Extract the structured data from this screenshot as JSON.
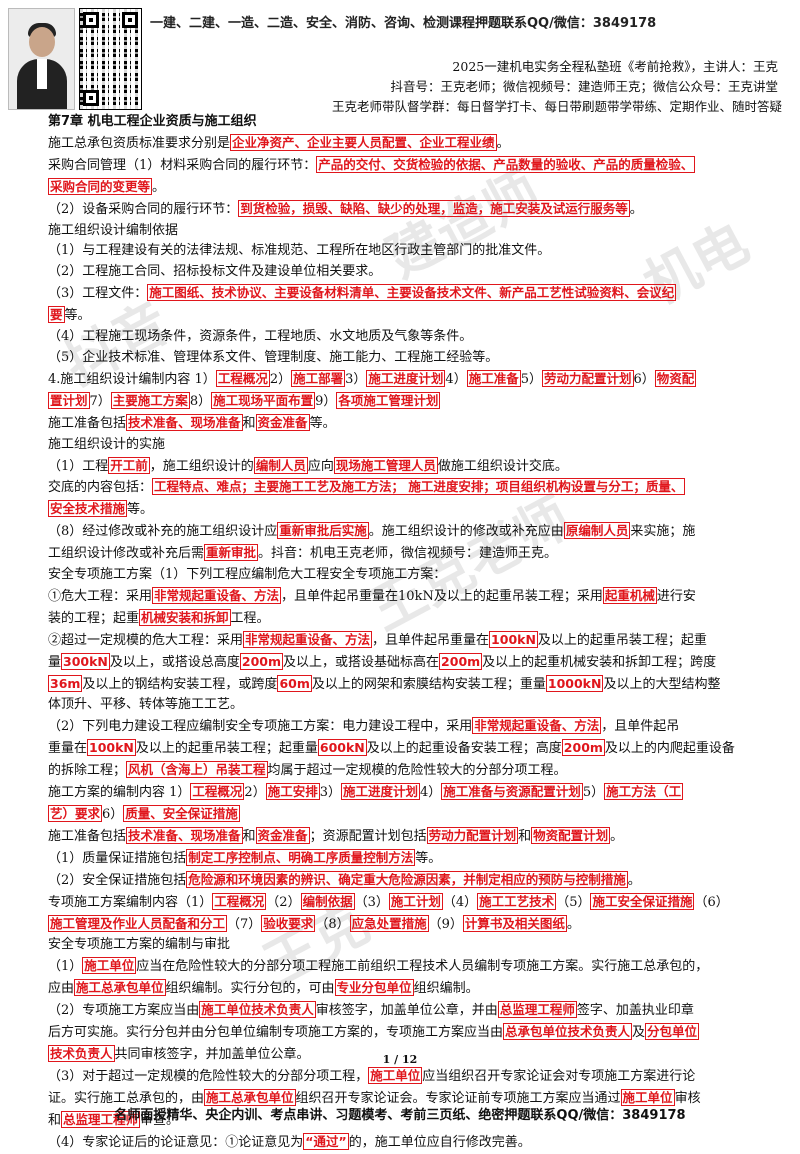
{
  "header": {
    "topbar": "一建、二建、一造、二造、安全、消防、咨询、检测课程押题联系QQ/微信：3849178",
    "line1": "2025一建机电实务全程私塾班《考前抢救》，主讲人：王克",
    "line2": "抖音号：王克老师；微信视频号：建造师王克；微信公众号：王克讲堂",
    "line3": "王克老师带队督学群：每日督学打卡、每日带刷题带学带练、定期作业、随时答疑"
  },
  "watermarks": [
    "抖音",
    "建造师",
    "王克老师",
    "机电",
    "王克"
  ],
  "lines": [
    {
      "type": "heading",
      "segs": [
        {
          "t": "第7章 机电工程企业资质与施工组织"
        }
      ]
    },
    {
      "segs": [
        {
          "t": "施工总承包资质标准要求分别是"
        },
        {
          "t": "企业净资产、企业主要人员配置、企业工程业绩",
          "k": true
        },
        {
          "t": "。"
        }
      ]
    },
    {
      "segs": [
        {
          "t": "采购合同管理（1）材料采购合同的履行环节："
        },
        {
          "t": "产品的交付、交货检验的依据、产品数量的验收、产品的质量检验、",
          "k": true
        }
      ]
    },
    {
      "segs": [
        {
          "t": "采购合同的变更等",
          "k": true
        },
        {
          "t": "。"
        }
      ]
    },
    {
      "segs": [
        {
          "t": "（2）设备采购合同的履行环节："
        },
        {
          "t": "到货检验，损毁、缺陷、缺少的处理，监造，施工安装及试运行服务等",
          "k": true
        },
        {
          "t": "。"
        }
      ]
    },
    {
      "segs": [
        {
          "t": "施工组织设计编制依据"
        }
      ]
    },
    {
      "segs": [
        {
          "t": "（1）与工程建设有关的法律法规、标准规范、工程所在地区行政主管部门的批准文件。"
        }
      ]
    },
    {
      "segs": [
        {
          "t": "（2）工程施工合同、招标投标文件及建设单位相关要求。"
        }
      ]
    },
    {
      "segs": [
        {
          "t": "（3）工程文件："
        },
        {
          "t": "施工图纸、技术协议、主要设备材料清单、主要设备技术文件、新产品工艺性试验资料、会议纪",
          "k": true
        }
      ]
    },
    {
      "segs": [
        {
          "t": "要",
          "k": true
        },
        {
          "t": "等。"
        }
      ]
    },
    {
      "segs": [
        {
          "t": "（4）工程施工现场条件，资源条件，工程地质、水文地质及气象等条件。"
        }
      ]
    },
    {
      "segs": [
        {
          "t": "（5）企业技术标准、管理体系文件、管理制度、施工能力、工程施工经验等。"
        }
      ]
    },
    {
      "segs": [
        {
          "t": "4.施工组织设计编制内容 1）"
        },
        {
          "t": "工程概况",
          "k": true
        },
        {
          "t": "2）"
        },
        {
          "t": "施工部署",
          "k": true
        },
        {
          "t": "3）"
        },
        {
          "t": "施工进度计划",
          "k": true
        },
        {
          "t": "4）"
        },
        {
          "t": "施工准备",
          "k": true
        },
        {
          "t": "5）"
        },
        {
          "t": "劳动力配置计划",
          "k": true
        },
        {
          "t": "6）"
        },
        {
          "t": "物资配",
          "k": true
        }
      ]
    },
    {
      "segs": [
        {
          "t": "置计划",
          "k": true
        },
        {
          "t": "7）"
        },
        {
          "t": "主要施工方案",
          "k": true
        },
        {
          "t": "8）"
        },
        {
          "t": "施工现场平面布置",
          "k": true
        },
        {
          "t": "9）"
        },
        {
          "t": "各项施工管理计划",
          "k": true
        }
      ]
    },
    {
      "segs": [
        {
          "t": "施工准备包括"
        },
        {
          "t": "技术准备、现场准备",
          "k": true
        },
        {
          "t": "和"
        },
        {
          "t": "资金准备",
          "k": true
        },
        {
          "t": "等。"
        }
      ]
    },
    {
      "segs": [
        {
          "t": "施工组织设计的实施"
        }
      ]
    },
    {
      "segs": [
        {
          "t": "（1）工程"
        },
        {
          "t": "开工前",
          "k": true
        },
        {
          "t": "，施工组织设计的"
        },
        {
          "t": "编制人员",
          "k": true
        },
        {
          "t": "应向"
        },
        {
          "t": "现场施工管理人员",
          "k": true
        },
        {
          "t": "做施工组织设计交底。"
        }
      ]
    },
    {
      "segs": [
        {
          "t": "交底的内容包括："
        },
        {
          "t": "工程特点、难点；主要施工工艺及施工方法； 施工进度安排；项目组织机构设置与分工；质量、",
          "k": true
        }
      ]
    },
    {
      "segs": [
        {
          "t": "安全技术措施",
          "k": true
        },
        {
          "t": "等。"
        }
      ]
    },
    {
      "segs": [
        {
          "t": "（8）经过修改或补充的施工组织设计应"
        },
        {
          "t": "重新审批后实施",
          "k": true
        },
        {
          "t": "。施工组织设计的修改或补充应由"
        },
        {
          "t": "原编制人员",
          "k": true
        },
        {
          "t": "来实施；施"
        }
      ]
    },
    {
      "segs": [
        {
          "t": "工组织设计修改或补充后需"
        },
        {
          "t": "重新审批",
          "k": true
        },
        {
          "t": "。抖音：机电王克老师，微信视频号：建造师王克。"
        }
      ]
    },
    {
      "segs": [
        {
          "t": "安全专项施工方案（1）下列工程应编制危大工程安全专项施工方案："
        }
      ]
    },
    {
      "segs": [
        {
          "t": "①危大工程：采用"
        },
        {
          "t": "非常规起重设备、方法",
          "k": true
        },
        {
          "t": "，且单件起吊重量在10kN及以上的起重吊装工程；采用"
        },
        {
          "t": "起重机械",
          "k": true
        },
        {
          "t": "进行安"
        }
      ]
    },
    {
      "segs": [
        {
          "t": "装的工程；起重"
        },
        {
          "t": "机械安装和拆卸",
          "k": true
        },
        {
          "t": "工程。"
        }
      ]
    },
    {
      "segs": [
        {
          "t": "②超过一定规模的危大工程：采用"
        },
        {
          "t": "非常规起重设备、方法",
          "k": true
        },
        {
          "t": "，且单件起吊重量在"
        },
        {
          "t": "100kN",
          "k": true
        },
        {
          "t": "及以上的起重吊装工程；起重"
        }
      ]
    },
    {
      "segs": [
        {
          "t": "量"
        },
        {
          "t": "300kN",
          "k": true
        },
        {
          "t": "及以上，或搭设总高度"
        },
        {
          "t": "200m",
          "k": true
        },
        {
          "t": "及以上，或搭设基础标高在"
        },
        {
          "t": "200m",
          "k": true
        },
        {
          "t": "及以上的起重机械安装和拆卸工程；跨度"
        }
      ]
    },
    {
      "segs": [
        {
          "t": "36m",
          "k": true
        },
        {
          "t": "及以上的钢结构安装工程，或跨度"
        },
        {
          "t": "60m",
          "k": true
        },
        {
          "t": "及以上的网架和索膜结构安装工程；重量"
        },
        {
          "t": "1000kN",
          "k": true
        },
        {
          "t": "及以上的大型结构整"
        }
      ]
    },
    {
      "segs": [
        {
          "t": "体顶升、平移、转体等施工工艺。"
        }
      ]
    },
    {
      "segs": [
        {
          "t": "（2）下列电力建设工程应编制安全专项施工方案：电力建设工程中，采用"
        },
        {
          "t": "非常规起重设备、方法",
          "k": true
        },
        {
          "t": "，且单件起吊"
        }
      ]
    },
    {
      "segs": [
        {
          "t": "重量在"
        },
        {
          "t": "100kN",
          "k": true
        },
        {
          "t": "及以上的起重吊装工程；起重量"
        },
        {
          "t": "600kN",
          "k": true
        },
        {
          "t": "及以上的起重设备安装工程；高度"
        },
        {
          "t": "200m",
          "k": true
        },
        {
          "t": "及以上的内爬起重设备"
        }
      ]
    },
    {
      "segs": [
        {
          "t": "的拆除工程；"
        },
        {
          "t": "风机（含海上）吊装工程",
          "k": true
        },
        {
          "t": "均属于超过一定规模的危险性较大的分部分项工程。"
        }
      ]
    },
    {
      "segs": [
        {
          "t": "施工方案的编制内容 1）"
        },
        {
          "t": "工程概况",
          "k": true
        },
        {
          "t": "2）"
        },
        {
          "t": "施工安排",
          "k": true
        },
        {
          "t": "3）"
        },
        {
          "t": "施工进度计划",
          "k": true
        },
        {
          "t": "4）"
        },
        {
          "t": "施工准备与资源配置计划",
          "k": true
        },
        {
          "t": "5）"
        },
        {
          "t": "施工方法（工",
          "k": true
        }
      ]
    },
    {
      "segs": [
        {
          "t": "艺）要求",
          "k": true
        },
        {
          "t": "6）"
        },
        {
          "t": "质量、安全保证措施",
          "k": true
        }
      ]
    },
    {
      "segs": [
        {
          "t": "施工准备包括"
        },
        {
          "t": "技术准备、现场准备",
          "k": true
        },
        {
          "t": "和"
        },
        {
          "t": "资金准备",
          "k": true
        },
        {
          "t": "；资源配置计划包括"
        },
        {
          "t": "劳动力配置计划",
          "k": true
        },
        {
          "t": "和"
        },
        {
          "t": "物资配置计划",
          "k": true
        },
        {
          "t": "。"
        }
      ]
    },
    {
      "segs": [
        {
          "t": "（1）质量保证措施包括"
        },
        {
          "t": "制定工序控制点、明确工序质量控制方法",
          "k": true
        },
        {
          "t": "等。"
        }
      ]
    },
    {
      "segs": [
        {
          "t": "（2）安全保证措施包括"
        },
        {
          "t": "危险源和环境因素的辨识、确定重大危险源因素，并制定相应的预防与控制措施",
          "k": true
        },
        {
          "t": "。"
        }
      ]
    },
    {
      "segs": [
        {
          "t": "专项施工方案编制内容（1）"
        },
        {
          "t": "工程概况",
          "k": true
        },
        {
          "t": "（2）"
        },
        {
          "t": "编制依据",
          "k": true
        },
        {
          "t": "（3）"
        },
        {
          "t": "施工计划",
          "k": true
        },
        {
          "t": "（4）"
        },
        {
          "t": "施工工艺技术",
          "k": true
        },
        {
          "t": "（5）"
        },
        {
          "t": "施工安全保证措施",
          "k": true
        },
        {
          "t": "（6）"
        }
      ]
    },
    {
      "segs": [
        {
          "t": "施工管理及作业人员配备和分工",
          "k": true
        },
        {
          "t": "（7）"
        },
        {
          "t": "验收要求",
          "k": true
        },
        {
          "t": "（8）"
        },
        {
          "t": "应急处置措施",
          "k": true
        },
        {
          "t": "（9）"
        },
        {
          "t": "计算书及相关图纸",
          "k": true
        },
        {
          "t": "。"
        }
      ]
    },
    {
      "segs": [
        {
          "t": "安全专项施工方案的编制与审批"
        }
      ]
    },
    {
      "segs": [
        {
          "t": "（1）"
        },
        {
          "t": "施工单位",
          "k": true
        },
        {
          "t": "应当在危险性较大的分部分项工程施工前组织工程技术人员编制专项施工方案。实行施工总承包的，"
        }
      ]
    },
    {
      "segs": [
        {
          "t": "应由"
        },
        {
          "t": "施工总承包单位",
          "k": true
        },
        {
          "t": "组织编制。实行分包的，可由"
        },
        {
          "t": "专业分包单位",
          "k": true
        },
        {
          "t": "组织编制。"
        }
      ]
    },
    {
      "segs": [
        {
          "t": "（2）专项施工方案应当由"
        },
        {
          "t": "施工单位技术负责人",
          "k": true
        },
        {
          "t": "审核签字，加盖单位公章，并由"
        },
        {
          "t": "总监理工程师",
          "k": true
        },
        {
          "t": "签字、加盖执业印章"
        }
      ]
    },
    {
      "segs": [
        {
          "t": "后方可实施。实行分包并由分包单位编制专项施工方案的，专项施工方案应当由"
        },
        {
          "t": "总承包单位技术负责人",
          "k": true
        },
        {
          "t": "及"
        },
        {
          "t": "分包单位",
          "k": true
        }
      ]
    },
    {
      "segs": [
        {
          "t": "技术负责人",
          "k": true
        },
        {
          "t": "共同审核签字，并加盖单位公章。"
        }
      ]
    },
    {
      "segs": [
        {
          "t": "（3）对于超过一定规模的危险性较大的分部分项工程，"
        },
        {
          "t": "施工单位",
          "k": true
        },
        {
          "t": "应当组织召开专家论证会对专项施工方案进行论"
        }
      ]
    },
    {
      "segs": [
        {
          "t": "证。实行施工总承包的，由"
        },
        {
          "t": "施工总承包单位",
          "k": true
        },
        {
          "t": "组织召开专家论证会。专家论证前专项施工方案应当通过"
        },
        {
          "t": "施工单位",
          "k": true
        },
        {
          "t": "审核"
        }
      ]
    },
    {
      "segs": [
        {
          "t": "和"
        },
        {
          "t": "总监理工程师",
          "k": true
        },
        {
          "t": "审查。"
        }
      ]
    },
    {
      "segs": [
        {
          "t": "（4）专家论证后的论证意见：①论证意见为"
        },
        {
          "t": "“通过”",
          "k": true
        },
        {
          "t": "的，施工单位应自行修改完善。"
        }
      ]
    }
  ],
  "page_number": "1 / 12",
  "footer": "名师面授精华、央企内训、考点串讲、习题模考、考前三页纸、绝密押题联系QQ/微信：3849178"
}
